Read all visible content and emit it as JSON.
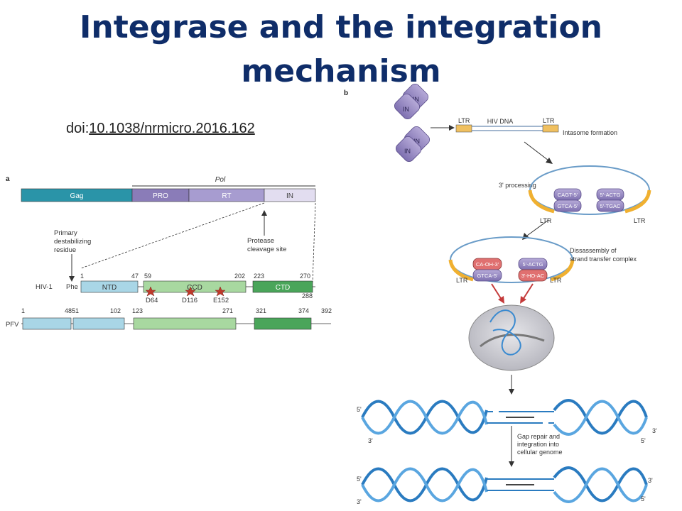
{
  "slide": {
    "title_line1": "Integrase and the integration",
    "title_line2": "mechanism",
    "doi_prefix": "doi:",
    "doi_link": "10.1038/nrmicro.2016.162"
  },
  "panel_a": {
    "panel_label": "a",
    "pol_label": "Pol",
    "gag": "Gag",
    "pro": "PRO",
    "rt": "RT",
    "in": "IN",
    "primary_destabilizing": [
      "Primary",
      "destabilizing",
      "residue"
    ],
    "protease_site": [
      "Protease",
      "cleavage site"
    ],
    "hiv_label": "HIV-1",
    "phe": "Phe",
    "ntd": "NTD",
    "ccd": "CCD",
    "ctd": "CTD",
    "hiv_numbers": [
      "1",
      "47",
      "59",
      "202",
      "223",
      "270",
      "288"
    ],
    "residues": [
      "D64",
      "D116",
      "E152"
    ],
    "pfv_label": "PFV",
    "pfv_numbers": [
      "1",
      "4851",
      "102",
      "123",
      "271",
      "321",
      "374",
      "392"
    ],
    "colors": {
      "gag": "#2a94a8",
      "pol": "#8a7cb8",
      "ntd": "#a9d6e6",
      "ccd": "#a8d8a0",
      "ctd": "#4aa55a"
    }
  },
  "panel_b": {
    "panel_label": "b",
    "in": "IN",
    "ltr": "LTR",
    "hiv_dna": "HIV DNA",
    "intasome": "Intasome formation",
    "processing": "3' processing",
    "seq_cagt": "CAGT-5'",
    "seq_gtca": "GTCA-5'",
    "seq_acto": "5'-ACTG",
    "seq_tgac": "5'-TGAC",
    "seq_caoh": "CA-OH-3'",
    "seq_gtca2": "GTCA-5'",
    "seq_acto2": "5'-ACTG",
    "seq_hoac": "3'-HO-AC",
    "disassembly": [
      "Dissassembly of",
      "strand transfer complex"
    ],
    "gap_repair": [
      "Gap repair and",
      "integration into",
      "cellular genome"
    ],
    "five_prime": "5'",
    "three_prime": "3'"
  }
}
